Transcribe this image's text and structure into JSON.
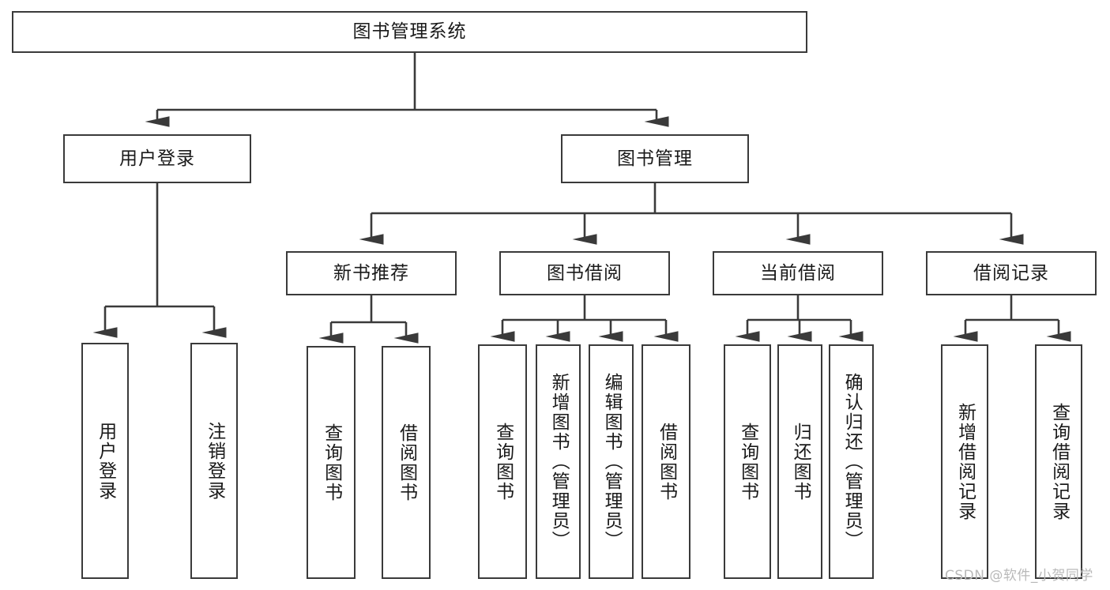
{
  "diagram": {
    "title": "图书管理系统",
    "type": "tree-hierarchy-functional-structure",
    "root": {
      "id": "root",
      "label": "图书管理系统"
    },
    "level1": [
      {
        "id": "user-login",
        "label": "用户登录"
      },
      {
        "id": "book-management",
        "label": "图书管理"
      }
    ],
    "level2": [
      {
        "id": "new-book-recommend",
        "label": "新书推荐",
        "parent": "book-management"
      },
      {
        "id": "book-borrow",
        "label": "图书借阅",
        "parent": "book-management"
      },
      {
        "id": "current-borrow",
        "label": "当前借阅",
        "parent": "book-management"
      },
      {
        "id": "borrow-record",
        "label": "借阅记录",
        "parent": "book-management"
      }
    ],
    "leaves": {
      "user_login": [
        {
          "id": "leaf-user-login",
          "label": "用户登录"
        },
        {
          "id": "leaf-user-logout",
          "label": "注销登录"
        }
      ],
      "new_book_recommend": [
        {
          "id": "leaf-query-book-1",
          "label": "查询图书"
        },
        {
          "id": "leaf-borrow-book-1",
          "label": "借阅图书"
        }
      ],
      "book_borrow": [
        {
          "id": "leaf-query-book-2",
          "label": "查询图书"
        },
        {
          "id": "leaf-add-book",
          "label": "新增图书（管理员）"
        },
        {
          "id": "leaf-edit-book",
          "label": "编辑图书（管理员）"
        },
        {
          "id": "leaf-borrow-book-2",
          "label": "借阅图书"
        }
      ],
      "current_borrow": [
        {
          "id": "leaf-query-book-3",
          "label": "查询图书"
        },
        {
          "id": "leaf-return-book",
          "label": "归还图书"
        },
        {
          "id": "leaf-confirm-return",
          "label": "确认归还（管理员）"
        }
      ],
      "borrow_record": [
        {
          "id": "leaf-add-record",
          "label": "新增借阅记录"
        },
        {
          "id": "leaf-query-record",
          "label": "查询借阅记录"
        }
      ]
    }
  },
  "watermark": {
    "text": "CSDN @软件_小贺同学"
  },
  "colors": {
    "border": "#3a3a3a",
    "background": "#ffffff",
    "text": "#1a1a1a",
    "watermark": "#b9b9b9"
  }
}
